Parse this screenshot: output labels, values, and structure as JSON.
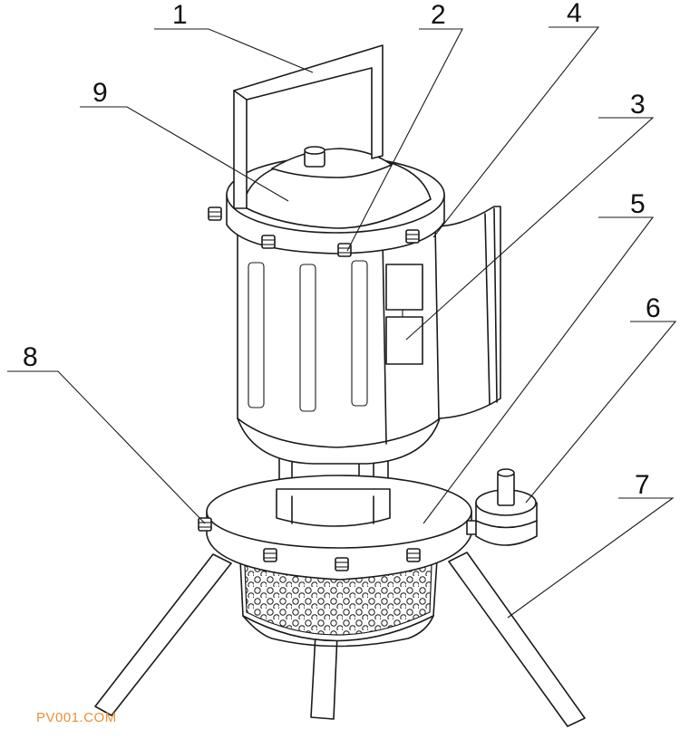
{
  "callouts": [
    {
      "id": "1",
      "label": "1"
    },
    {
      "id": "2",
      "label": "2"
    },
    {
      "id": "4",
      "label": "4"
    },
    {
      "id": "9",
      "label": "9"
    },
    {
      "id": "3",
      "label": "3"
    },
    {
      "id": "5",
      "label": "5"
    },
    {
      "id": "6",
      "label": "6"
    },
    {
      "id": "8",
      "label": "8"
    },
    {
      "id": "7",
      "label": "7"
    }
  ],
  "watermark": "PV001.COM",
  "colors": {
    "line": "#1a1a1a",
    "background": "#ffffff",
    "watermark": "#e8913a"
  }
}
